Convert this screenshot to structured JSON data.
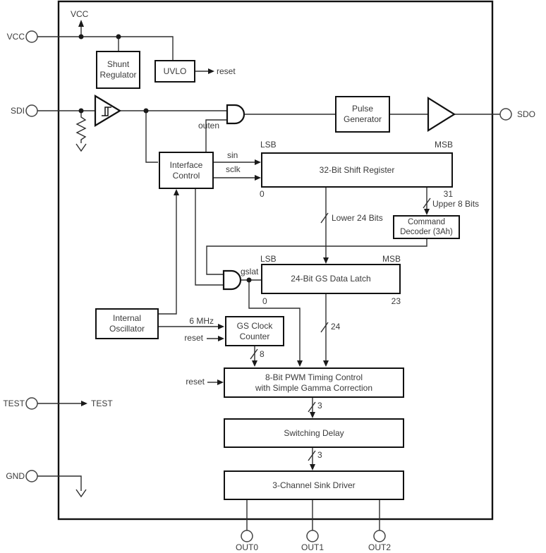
{
  "pins": {
    "vcc": "VCC",
    "sdi": "SDI",
    "test": "TEST",
    "gnd": "GND",
    "sdo": "SDO",
    "out0": "OUT0",
    "out1": "OUT1",
    "out2": "OUT2"
  },
  "blocks": {
    "shunt_regulator": {
      "line1": "Shunt",
      "line2": "Regulator"
    },
    "uvlo": {
      "line1": "UVLO"
    },
    "pulse_generator": {
      "line1": "Pulse",
      "line2": "Generator"
    },
    "interface_control": {
      "line1": "Interface",
      "line2": "Control"
    },
    "shift_register": {
      "line1": "32-Bit Shift Register"
    },
    "command_decoder": {
      "line1": "Command",
      "line2": "Decoder (3Ah)"
    },
    "gs_data_latch": {
      "line1": "24-Bit GS Data Latch"
    },
    "internal_oscillator": {
      "line1": "Internal",
      "line2": "Oscillator"
    },
    "gs_clock_counter": {
      "line1": "GS Clock",
      "line2": "Counter"
    },
    "pwm_timing": {
      "line1": "8-Bit PWM Timing Control",
      "line2": "with Simple Gamma Correction"
    },
    "switching_delay": {
      "line1": "Switching Delay"
    },
    "sink_driver": {
      "line1": "3-Channel Sink Driver"
    }
  },
  "signals": {
    "vcc_internal": "VCC",
    "uvlo_reset": "reset",
    "outen": "outen",
    "sin": "sin",
    "sclk": "sclk",
    "sr_lsb": "LSB",
    "sr_msb": "MSB",
    "sr_bit0": "0",
    "sr_bit31": "31",
    "lower_bits": "Lower 24 Bits",
    "upper_bits": "Upper 8 Bits",
    "latch_lsb": "LSB",
    "latch_msb": "MSB",
    "latch_bit0": "0",
    "latch_bit23": "23",
    "gslat": "gslat",
    "clock_freq": "6 MHz",
    "counter_reset": "reset",
    "bus8": "8",
    "bus24": "24",
    "bus3a": "3",
    "bus3b": "3",
    "pwm_reset": "reset",
    "test_internal": "TEST"
  },
  "colors": {
    "background": "#ffffff",
    "box_border": "#111111",
    "wire": "#2f2f2f",
    "text": "#3a3a3a"
  }
}
